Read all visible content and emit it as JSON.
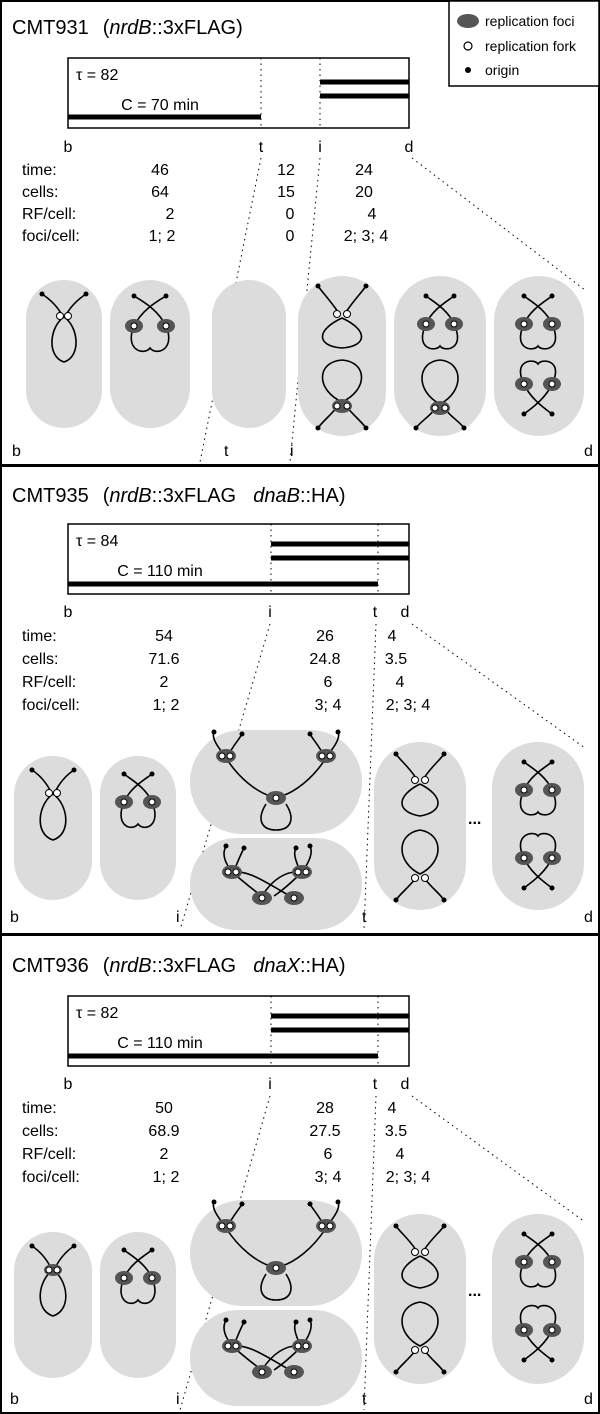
{
  "legend": {
    "items": [
      {
        "symbol": "focus",
        "label": "replication foci"
      },
      {
        "symbol": "fork",
        "label": "replication fork"
      },
      {
        "symbol": "origin",
        "label": "origin"
      }
    ]
  },
  "row_labels": [
    "time:",
    "cells:",
    "RF/cell:",
    "foci/cell:"
  ],
  "panels": [
    {
      "strain": "CMT931",
      "genotype": [
        {
          "t": "(",
          "i": false
        },
        {
          "t": "nrdB",
          "i": true
        },
        {
          "t": "::3xFLAG)",
          "i": false
        }
      ],
      "tau_text": "τ = 82",
      "c_text": "C = 70 min",
      "bar_markers": [
        "b",
        "t",
        "i",
        "d"
      ],
      "columns": [
        {
          "time": "46",
          "cells": "64",
          "rf": "2",
          "foci": "1; 2"
        },
        {
          "time": "12",
          "cells": "15",
          "rf": "0",
          "foci": "0"
        },
        {
          "time": "24",
          "cells": "20",
          "rf": "4",
          "foci": "2; 3; 4"
        }
      ],
      "bottom_markers": [
        "b",
        "t",
        "i",
        "d"
      ]
    },
    {
      "strain": "CMT935",
      "genotype": [
        {
          "t": "(",
          "i": false
        },
        {
          "t": "nrdB",
          "i": true
        },
        {
          "t": "::3xFLAG  ",
          "i": false
        },
        {
          "t": "dnaB",
          "i": true
        },
        {
          "t": "::HA)",
          "i": false
        }
      ],
      "tau_text": "τ = 84",
      "c_text": "C = 110 min",
      "bar_markers": [
        "b",
        "i",
        "t",
        "d"
      ],
      "columns": [
        {
          "time": "54",
          "cells": "71.6",
          "rf": "2",
          "foci": "1; 2"
        },
        {
          "time": "26",
          "cells": "24.8",
          "rf": "6",
          "foci": "3; 4"
        },
        {
          "time": "4",
          "cells": "3.5",
          "rf": "4",
          "foci": "2; 3; 4"
        }
      ],
      "bottom_markers": [
        "b",
        "i",
        "t",
        "d"
      ],
      "ellipsis": "..."
    },
    {
      "strain": "CMT936",
      "genotype": [
        {
          "t": "(",
          "i": false
        },
        {
          "t": "nrdB",
          "i": true
        },
        {
          "t": "::3xFLAG  ",
          "i": false
        },
        {
          "t": "dnaX",
          "i": true
        },
        {
          "t": "::HA)",
          "i": false
        }
      ],
      "tau_text": "τ = 82",
      "c_text": "C = 110 min",
      "bar_markers": [
        "b",
        "i",
        "t",
        "d"
      ],
      "columns": [
        {
          "time": "50",
          "cells": "68.9",
          "rf": "2",
          "foci": "1; 2"
        },
        {
          "time": "28",
          "cells": "27.5",
          "rf": "6",
          "foci": "3; 4"
        },
        {
          "time": "4",
          "cells": "3.5",
          "rf": "4",
          "foci": "2; 3; 4"
        }
      ],
      "bottom_markers": [
        "b",
        "i",
        "t",
        "d"
      ],
      "ellipsis": "..."
    }
  ]
}
